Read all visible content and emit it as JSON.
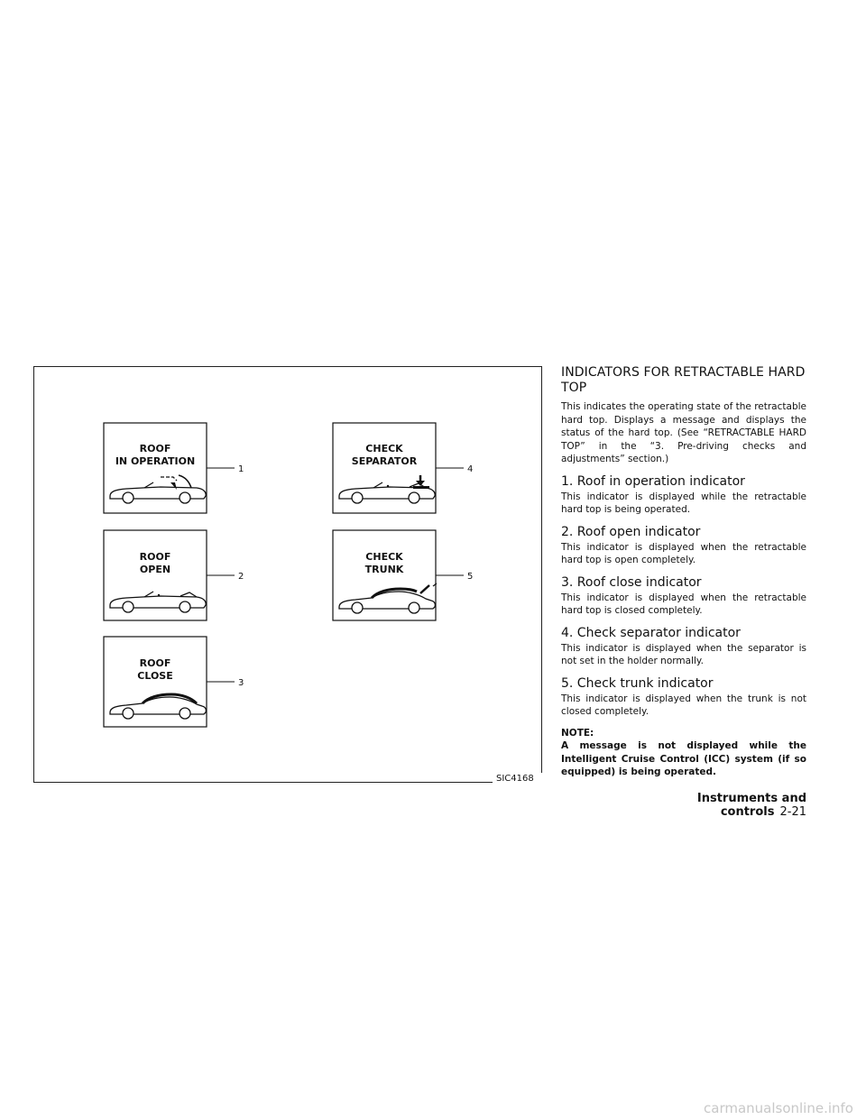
{
  "figure": {
    "code": "SIC4168",
    "panels": [
      {
        "line1": "ROOF",
        "line2": "IN OPERATION",
        "callout": "1"
      },
      {
        "line1": "ROOF",
        "line2": "OPEN",
        "callout": "2"
      },
      {
        "line1": "ROOF",
        "line2": "CLOSE",
        "callout": "3"
      },
      {
        "line1": "CHECK",
        "line2": "SEPARATOR",
        "callout": "4"
      },
      {
        "line1": "CHECK",
        "line2": "TRUNK",
        "callout": "5"
      }
    ]
  },
  "section": {
    "title": "INDICATORS FOR RETRACTABLE HARD TOP",
    "intro": "This indicates the operating state of the retractable hard top. Displays a message and displays the status of the hard top. (See “RETRACTABLE HARD TOP” in the “3. Pre-driving checks and adjustments” section.)",
    "items": [
      {
        "heading": "1. Roof in operation indicator",
        "body": "This indicator is displayed while the retractable hard top is being operated."
      },
      {
        "heading": "2. Roof open indicator",
        "body": "This indicator is displayed when the retractable hard top is open completely."
      },
      {
        "heading": "3. Roof close indicator",
        "body": "This indicator is displayed when the retractable hard top is closed completely."
      },
      {
        "heading": "4. Check separator indicator",
        "body": "This indicator is displayed when the separator is not set in the holder normally."
      },
      {
        "heading": "5. Check trunk indicator",
        "body": "This indicator is displayed when the trunk is not closed completely."
      }
    ],
    "note_label": "NOTE:",
    "note_body": "A message is not displayed while the Intelligent Cruise Control (ICC) system (if so equipped) is being operated."
  },
  "footer": {
    "section": "Instruments and controls",
    "page": "2-21"
  },
  "watermark": "carmanualsonline.info"
}
